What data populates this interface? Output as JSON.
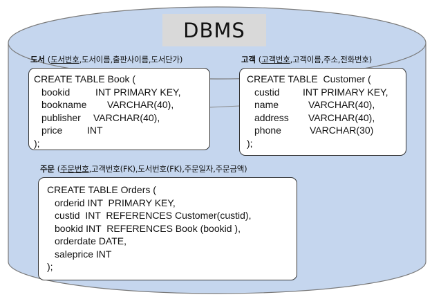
{
  "title": "DBMS",
  "entities": {
    "book": {
      "name": "도서",
      "attrs_pk": "도서번호",
      "attrs_rest": ",도서이름,출판사이름,도서단가)",
      "sql_header": "CREATE TABLE Book (",
      "columns": [
        {
          "name": "bookid",
          "type": "INT PRIMARY KEY,"
        },
        {
          "name": "bookname",
          "type": "VARCHAR(40),"
        },
        {
          "name": "publisher",
          "type": "VARCHAR(40),"
        },
        {
          "name": "price",
          "type": "INT"
        }
      ],
      "sql_footer": ");"
    },
    "customer": {
      "name": "고객",
      "attrs_pk": "고객번호",
      "attrs_rest": ",고객이름,주소,전화번호)",
      "sql_header": "CREATE TABLE  Customer (",
      "columns": [
        {
          "name": "custid",
          "type": "INT PRIMARY KEY,"
        },
        {
          "name": "name",
          "type": "VARCHAR(40),"
        },
        {
          "name": "address",
          "type": "VARCHAR(40),"
        },
        {
          "name": "phone",
          "type": "VARCHAR(30)"
        }
      ],
      "sql_footer": ");"
    },
    "orders": {
      "name": "주문",
      "attrs_pk": "주문번호",
      "attrs_rest": ",고객번호(FK),도서번호(FK),주문일자,주문금액)",
      "sql_header": "CREATE TABLE Orders (",
      "lines": [
        "orderid INT  PRIMARY KEY,",
        "custid  INT  REFERENCES Customer(custid),",
        "bookid INT  REFERENCES Book (bookid ),",
        "orderdate DATE,",
        "saleprice INT"
      ],
      "sql_footer": ");"
    }
  },
  "colors": {
    "cylinder_fill": "#c5d6ee",
    "cylinder_stroke": "#7a7a7a",
    "title_bg": "#d9d9d9"
  }
}
